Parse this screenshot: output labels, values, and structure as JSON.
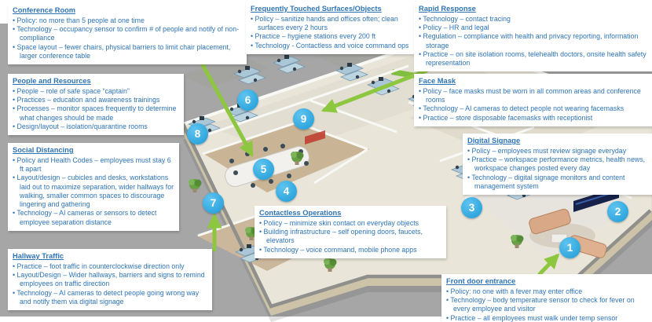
{
  "colors": {
    "background_gray": "#a6a6a6",
    "callout_text_blue": "#2e74b5",
    "marker_blue": "#29abe2",
    "arrow_green": "#8dc63f"
  },
  "callouts": {
    "conference_room": {
      "title": "Conference Room",
      "bullets": [
        "Policy: no more than 5 people at one time",
        "Technology – occupancy sensor to confirm # of people and notify of non-compliance",
        "Space layout – fewer chairs, physical barriers to limit chair placement, larger conference table"
      ]
    },
    "touched_surfaces": {
      "title": "Frequently Touched Surfaces/Objects",
      "bullets": [
        "Policy – sanitize hands and offices often; clean surfaces every 2 hours",
        "Practice – hygiene stations every 200 ft",
        "Technology - Contactless and voice command ops"
      ]
    },
    "rapid_response": {
      "title": "Rapid Response",
      "bullets": [
        "Technology – contact tracing",
        "Policy – HR and legal",
        "Regulation – compliance with health and privacy reporting, information storage",
        "Practice – on site isolation rooms, telehealth doctors, onsite health safety representation"
      ]
    },
    "people_resources": {
      "title": "People and Resources",
      "bullets": [
        "People – role of safe space “captain”",
        "Practices – education and awareness trainings",
        "Processes – monitor spaces frequently to determine what changes should be made",
        "Design/layout – isolation/quarantine rooms"
      ]
    },
    "face_mask": {
      "title": "Face Mask",
      "bullets": [
        "Policy – face masks must be worn in all common areas and conference rooms",
        "Technology – AI cameras to detect people not wearing facemasks",
        "Practice – store disposable facemasks with receptionist"
      ]
    },
    "social_distancing": {
      "title": "Social Distancing",
      "bullets": [
        "Policy and Health Codes – employees must stay 6 ft apart",
        "Layout/design – cubicles and desks, workstations laid out to maximize separation, wider hallways for walking, smaller common spaces to discourage lingering and gathering",
        "Technology – AI cameras or sensors to detect employee separation distance"
      ]
    },
    "digital_signage": {
      "title": "Digital Signage",
      "bullets": [
        "Policy – employees must review signage everyday",
        "Practice – workspace performance metrics, health news, workspace changes posted every day",
        "Technology – digital signage monitors and content management system"
      ]
    },
    "contactless_operations": {
      "title": "Contactless Operations",
      "bullets": [
        "Policy – minimize skin contact on everyday objects",
        "Building infrastructure – self opening doors, faucets, elevators",
        "Technology – voice command, mobile phone apps"
      ]
    },
    "hallway_traffic": {
      "title": "Hallway Traffic",
      "bullets": [
        "Practice – foot traffic in counterclockwise direction only",
        "Layout/Design – Wider hallways, barriers and signs to remind employees on traffic direction",
        "Technology – AI cameras to detect people going wrong way and notify them via digital signage"
      ]
    },
    "front_door": {
      "title": "Front door entrance",
      "bullets": [
        "Policy: no one with a fever may enter office",
        "Technology – body temperature sensor to check for fever on every employee and visitor",
        "Practice – all employees must walk under temp sensor"
      ]
    }
  },
  "markers": [
    {
      "label": "1"
    },
    {
      "label": "2"
    },
    {
      "label": "3"
    },
    {
      "label": "4"
    },
    {
      "label": "5"
    },
    {
      "label": "6"
    },
    {
      "label": "7"
    },
    {
      "label": "8"
    },
    {
      "label": "9"
    }
  ]
}
